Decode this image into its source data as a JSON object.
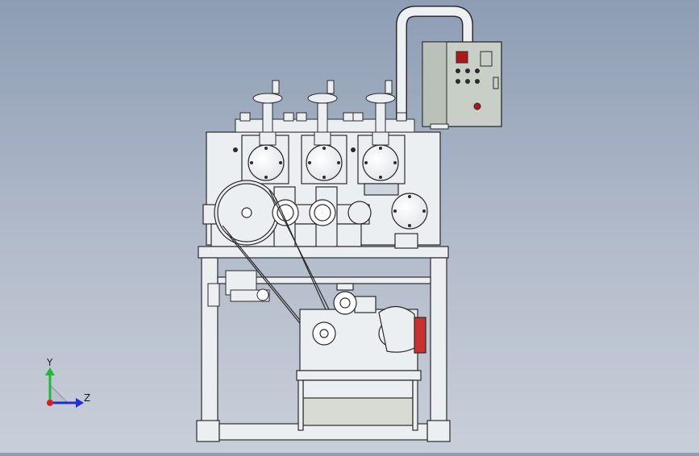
{
  "triad": {
    "y_label": "Y",
    "z_label": "Z",
    "y_color": "#1fb83a",
    "z_color": "#1f2fd8",
    "x_color": "#d81f1f"
  },
  "colors": {
    "background_top": "#8d9db4",
    "background_bottom": "#c9cfd9",
    "metal": "#eceff2",
    "outline": "#2b2b2b",
    "cabinet": "#c8cfc7",
    "motor_red": "#c93030",
    "indicator_red": "#b01818"
  },
  "model": {
    "view": "front",
    "icons": [
      "handwheel-icon",
      "control-cabinet-icon",
      "gear-pulley-icon",
      "motor-icon"
    ]
  }
}
